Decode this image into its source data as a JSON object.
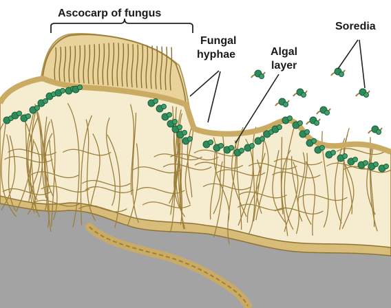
{
  "labels": {
    "ascocarp": "Ascocarp of fungus",
    "fungal_line1": "Fungal",
    "fungal_line2": "hyphae",
    "algal_line1": "Algal",
    "algal_line2": "layer",
    "soredia": "Soredia"
  },
  "colors": {
    "substrate": "#a3a3a3",
    "hyphae_fill": "#e9d39b",
    "hyphae_stroke": "#9d7f3c",
    "alga": "#2e8a5a",
    "alga_dark": "#1d5e3b",
    "leader": "#222222"
  }
}
